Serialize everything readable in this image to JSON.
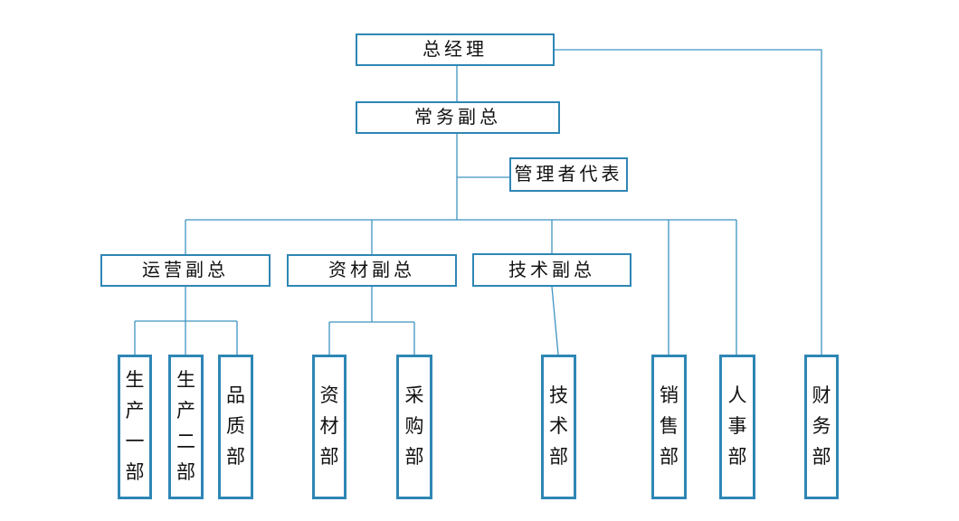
{
  "diagram": {
    "type": "org-chart",
    "colors": {
      "background": "#ffffff",
      "box_border": "#2e86b5",
      "connector": "#3e93c0",
      "text": "#111111"
    },
    "nodes": {
      "gm": {
        "label": "总经理",
        "orientation": "horizontal",
        "level": 1
      },
      "evp": {
        "label": "常务副总",
        "orientation": "horizontal",
        "level": 2
      },
      "rep": {
        "label": "管理者代表",
        "orientation": "horizontal",
        "level": 3
      },
      "ops_vp": {
        "label": "运营副总",
        "orientation": "horizontal",
        "level": 3
      },
      "mat_vp": {
        "label": "资材副总",
        "orientation": "horizontal",
        "level": 3
      },
      "tech_vp": {
        "label": "技术副总",
        "orientation": "horizontal",
        "level": 3
      },
      "prod1": {
        "label": "生产一部",
        "orientation": "vertical",
        "level": 4
      },
      "prod2": {
        "label": "生产二部",
        "orientation": "vertical",
        "level": 4
      },
      "quality": {
        "label": "品质部",
        "orientation": "vertical",
        "level": 4
      },
      "material": {
        "label": "资材部",
        "orientation": "vertical",
        "level": 4
      },
      "purchasing": {
        "label": "采购部",
        "orientation": "vertical",
        "level": 4
      },
      "tech": {
        "label": "技术部",
        "orientation": "vertical",
        "level": 4
      },
      "sales": {
        "label": "销售部",
        "orientation": "vertical",
        "level": 4
      },
      "hr": {
        "label": "人事部",
        "orientation": "vertical",
        "level": 4
      },
      "finance": {
        "label": "财务部",
        "orientation": "vertical",
        "level": 4
      }
    },
    "edges": [
      {
        "from": "总经理",
        "to": "常务副总"
      },
      {
        "from": "总经理",
        "to": "财务部"
      },
      {
        "from": "常务副总",
        "to": "管理者代表"
      },
      {
        "from": "常务副总",
        "to": "运营副总"
      },
      {
        "from": "常务副总",
        "to": "资材副总"
      },
      {
        "from": "常务副总",
        "to": "技术副总"
      },
      {
        "from": "常务副总",
        "to": "销售部"
      },
      {
        "from": "常务副总",
        "to": "人事部"
      },
      {
        "from": "运营副总",
        "to": "生产一部"
      },
      {
        "from": "运营副总",
        "to": "生产二部"
      },
      {
        "from": "运营副总",
        "to": "品质部"
      },
      {
        "from": "资材副总",
        "to": "资材部"
      },
      {
        "from": "资材副总",
        "to": "采购部"
      },
      {
        "from": "技术副总",
        "to": "技术部"
      }
    ]
  }
}
